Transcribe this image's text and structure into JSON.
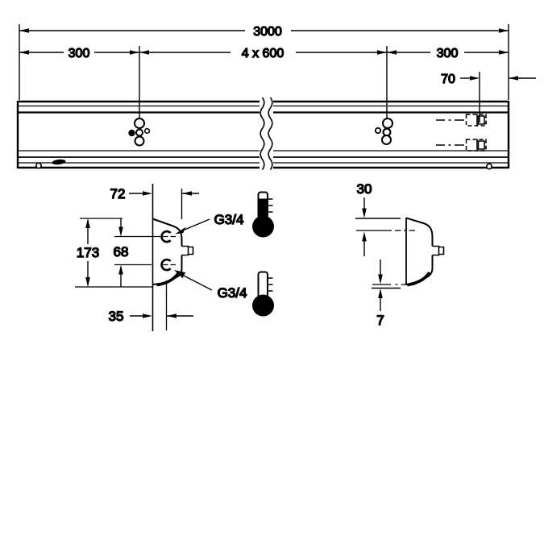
{
  "page": {
    "background": "#ffffff",
    "line_color": "#000000",
    "type": "technical dimension drawing"
  },
  "top_view": {
    "description": "front view of 3000 mm wash trough rail with break lines",
    "dim_total_length": "3000",
    "dim_left_offset": "300",
    "dim_hole_spacing": "4 x 600",
    "dim_right_offset": "300",
    "dim_connector_inset": "70"
  },
  "front_detail": {
    "description": "side profile of valve bracket with supply ports",
    "dim_depth": "72",
    "dim_overall_height": "173",
    "dim_port_spacing": "68",
    "dim_port_axis_depth": "35",
    "label_port_top": "G3/4",
    "label_port_bottom": "G3/4"
  },
  "side_detail": {
    "description": "side profile with connection axis positions",
    "dim_top_to_axis": "30",
    "dim_axis_to_bottom": "7"
  },
  "icons": {
    "hot_supply": "thermometer-hot-icon",
    "cold_supply": "thermometer-cold-icon"
  }
}
